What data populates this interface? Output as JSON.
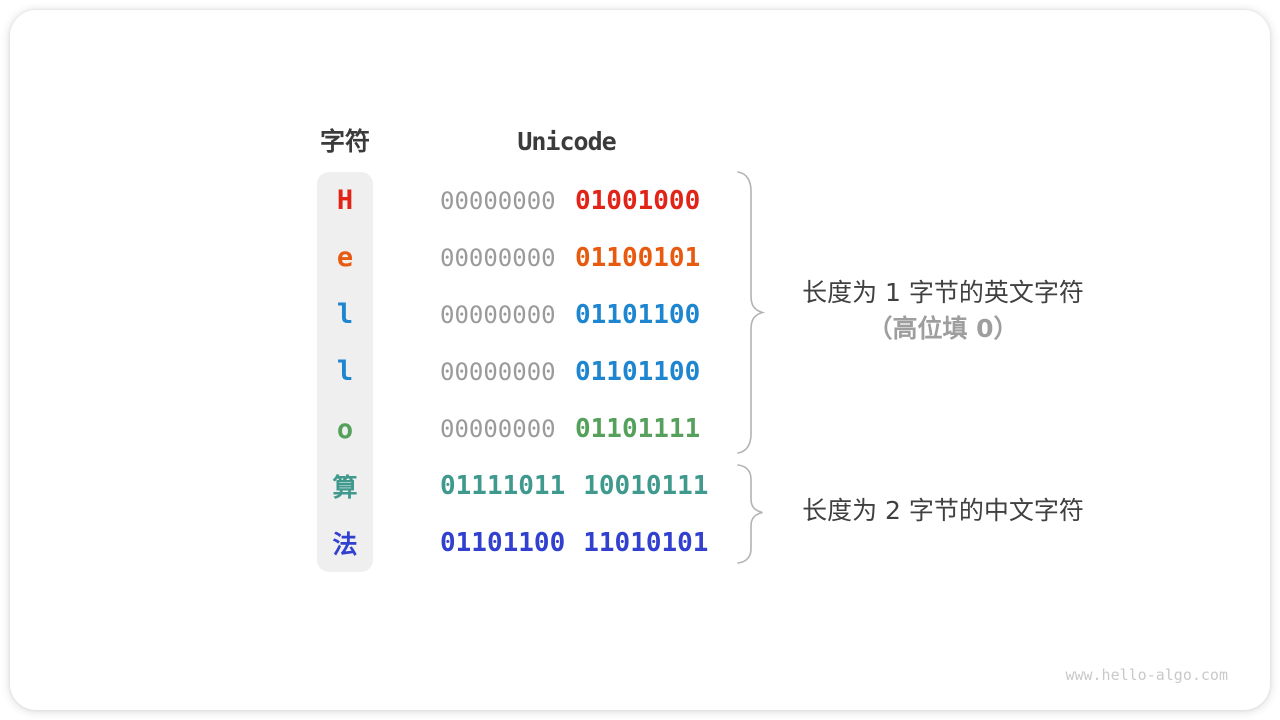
{
  "header": {
    "char_column_label": "字符",
    "unicode_column_label": "Unicode"
  },
  "rows": [
    {
      "char": "H",
      "script": "latin",
      "color": "#e22418",
      "byte1": "00000000",
      "byte1_gray": true,
      "byte2": "01001000"
    },
    {
      "char": "e",
      "script": "latin",
      "color": "#e85a10",
      "byte1": "00000000",
      "byte1_gray": true,
      "byte2": "01100101"
    },
    {
      "char": "l",
      "script": "latin",
      "color": "#1e86d0",
      "byte1": "00000000",
      "byte1_gray": true,
      "byte2": "01101100"
    },
    {
      "char": "l",
      "script": "latin",
      "color": "#1e86d0",
      "byte1": "00000000",
      "byte1_gray": true,
      "byte2": "01101100"
    },
    {
      "char": "o",
      "script": "latin",
      "color": "#55a15b",
      "byte1": "00000000",
      "byte1_gray": true,
      "byte2": "01101111"
    },
    {
      "char": "算",
      "script": "cjk",
      "color": "#3f9a8d",
      "byte1": "01111011",
      "byte1_gray": false,
      "byte2": "10010111"
    },
    {
      "char": "法",
      "script": "cjk",
      "color": "#3140cf",
      "byte1": "01101100",
      "byte1_gray": false,
      "byte2": "11010101"
    }
  ],
  "annotations": {
    "english_group": {
      "line1": "长度为 1 字节的英文字符",
      "line2": "（高位填 0）"
    },
    "chinese_group": {
      "line1": "长度为 2 字节的中文字符"
    }
  },
  "watermark": "www.hello-algo.com",
  "colors": {
    "byte_gray": "#9a9a9a",
    "column_background": "#efefef",
    "header_text": "#3b3b3b",
    "annotation_text": "#404040",
    "annotation_sub_text": "#9e9e9e",
    "brace_stroke": "#b3b3b3",
    "watermark_text": "#c9c9c9"
  }
}
